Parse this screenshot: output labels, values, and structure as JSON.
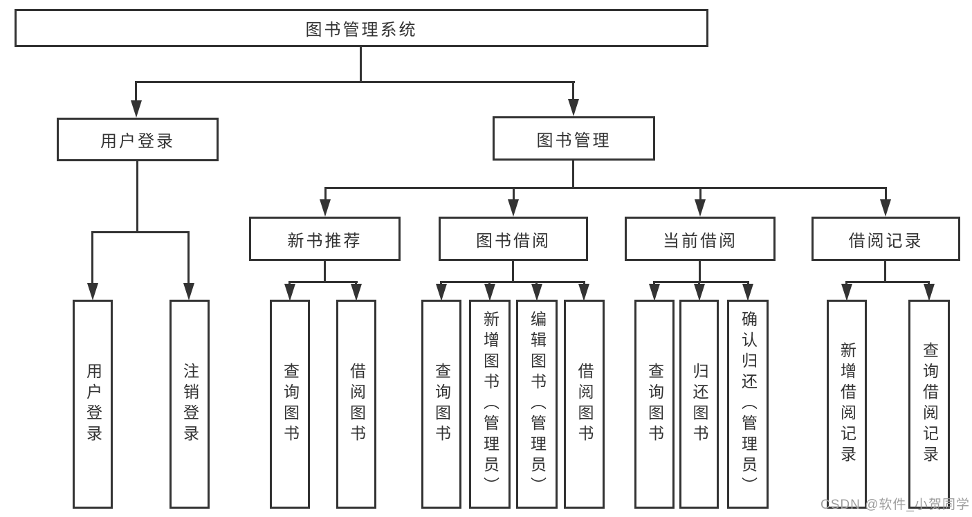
{
  "tree": {
    "label": "图书管理系统",
    "children": [
      {
        "label": "用户登录",
        "children": [
          {
            "label": "用户登录"
          },
          {
            "label": "注销登录"
          }
        ]
      },
      {
        "label": "图书管理",
        "children": [
          {
            "label": "新书推荐",
            "children": [
              {
                "label": "查询图书"
              },
              {
                "label": "借阅图书"
              }
            ]
          },
          {
            "label": "图书借阅",
            "children": [
              {
                "label": "查询图书"
              },
              {
                "label": "新增图书（管理员）"
              },
              {
                "label": "编辑图书（管理员）"
              },
              {
                "label": "借阅图书"
              }
            ]
          },
          {
            "label": "当前借阅",
            "children": [
              {
                "label": "查询图书"
              },
              {
                "label": "归还图书"
              },
              {
                "label": "确认归还（管理员）"
              }
            ]
          },
          {
            "label": "借阅记录",
            "children": [
              {
                "label": "新增借阅记录"
              },
              {
                "label": "查询借阅记录"
              }
            ]
          }
        ]
      }
    ]
  },
  "watermark": "CSDN @软件_小贺同学",
  "colors": {
    "line": "#333333",
    "background": "#ffffff",
    "watermark": "#9e9e9e"
  }
}
